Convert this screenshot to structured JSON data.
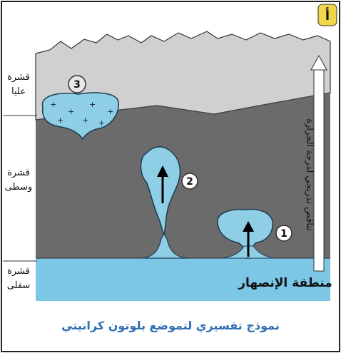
{
  "figure": {
    "panel_letter": "أ",
    "caption": "نموذج تفسيري لتموضع بلوتون كرانيتي"
  },
  "layers": {
    "upper": {
      "label_line1": "قشرة",
      "label_line2": "عليا"
    },
    "middle": {
      "label_line1": "قشرة",
      "label_line2": "وسطى"
    },
    "lower": {
      "label_line1": "قشرة",
      "label_line2": "سفلى"
    }
  },
  "melting_zone_label": "منطقة الإنصهار",
  "gradient_arrow_label": "تناقص تدريجي لدرجة الحرارة",
  "plutons": [
    {
      "number": "1"
    },
    {
      "number": "2"
    },
    {
      "number": "3"
    }
  ],
  "colors": {
    "frame": "#222222",
    "upper_crust": "#cfcfcf",
    "middle_crust": "#6b6b6b",
    "lower_crust": "#7cc6e6",
    "magma": "#8fcfe6",
    "caption": "#2f6fb3",
    "panel_badge": "#f2d64a"
  }
}
